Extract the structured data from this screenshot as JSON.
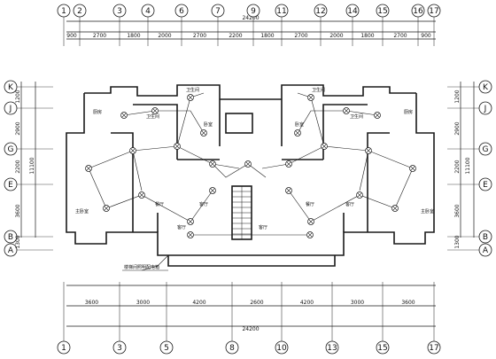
{
  "drawing": {
    "top_axes": [
      "1",
      "2",
      "3",
      "4",
      "6",
      "7",
      "9",
      "11",
      "12",
      "14",
      "15",
      "16",
      "17"
    ],
    "bottom_axes": [
      "1",
      "3",
      "5",
      "8",
      "10",
      "13",
      "15",
      "17"
    ],
    "left_axes": [
      "K",
      "J",
      "G",
      "E",
      "B",
      "A"
    ],
    "right_axes": [
      "K",
      "J",
      "G",
      "E",
      "B",
      "A"
    ],
    "top_total": "24200",
    "top_dims": [
      "900",
      "2700",
      "1800",
      "2000",
      "2700",
      "2200",
      "1800",
      "2700",
      "2000",
      "1800",
      "2700",
      "900"
    ],
    "bottom_total": "24200",
    "bottom_dims": [
      "3600",
      "3000",
      "4200",
      "2600",
      "4200",
      "3000",
      "3600"
    ],
    "left_dims": [
      "1200",
      "2900",
      "2200",
      "3600",
      "1300"
    ],
    "left_total": "11100",
    "right_dims": [
      "1200",
      "2900",
      "2200",
      "3600",
      "1300"
    ],
    "right_total": "11100",
    "room_labels": [
      "厨房",
      "卫生间",
      "卫生间",
      "主卧室",
      "餐厅",
      "客厅",
      "卧室",
      "客厅",
      "餐厅",
      "卫生间",
      "卫生间",
      "厨房",
      "卧室",
      "主卧室",
      "客厅",
      "客厅"
    ],
    "note": "楼梯间照明配电箱",
    "colors": {
      "line": "#1a1a1a",
      "background": "#ffffff"
    }
  }
}
